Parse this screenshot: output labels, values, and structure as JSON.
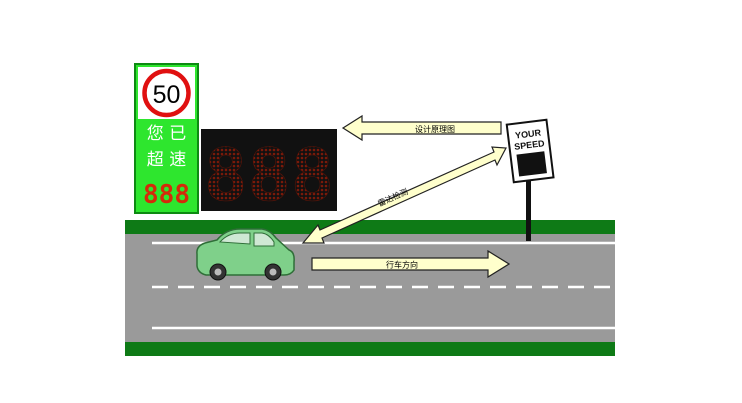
{
  "speed_sign": {
    "limit": "50",
    "line1": "您 已",
    "line2": "超 速",
    "readout": "888"
  },
  "big_display": {
    "readout": "888"
  },
  "your_speed_sign": {
    "line1": "YOUR",
    "line2": "SPEED"
  },
  "arrows": {
    "design_label": "设计原理图",
    "radar_label": "雷达检测",
    "direction_label": "行车方向"
  },
  "colors": {
    "sign_green": "#2ee62e",
    "led_red": "#d42a0a",
    "display_black": "#111111",
    "road_gray": "#9a9a9a",
    "grass_green": "#0e7a16",
    "car_green": "#7fd08a",
    "arrow_fill": "#ffffcc"
  }
}
